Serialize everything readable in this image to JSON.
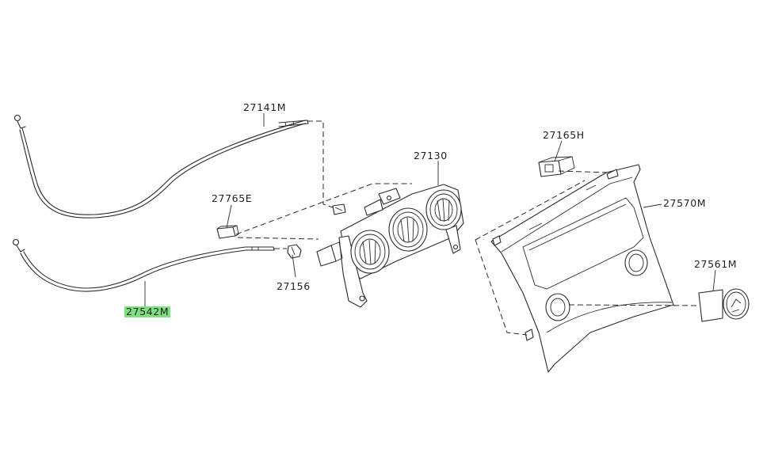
{
  "parts": {
    "p27141M": "27141M",
    "p27765E": "27765E",
    "p27130": "27130",
    "p27156": "27156",
    "p27542M": "27542M",
    "p27165H": "27165H",
    "p27570M": "27570M",
    "p27561M": "27561M"
  },
  "colors": {
    "line": "#2a2a2a",
    "highlight": "#7ee07e",
    "background": "#ffffff"
  }
}
